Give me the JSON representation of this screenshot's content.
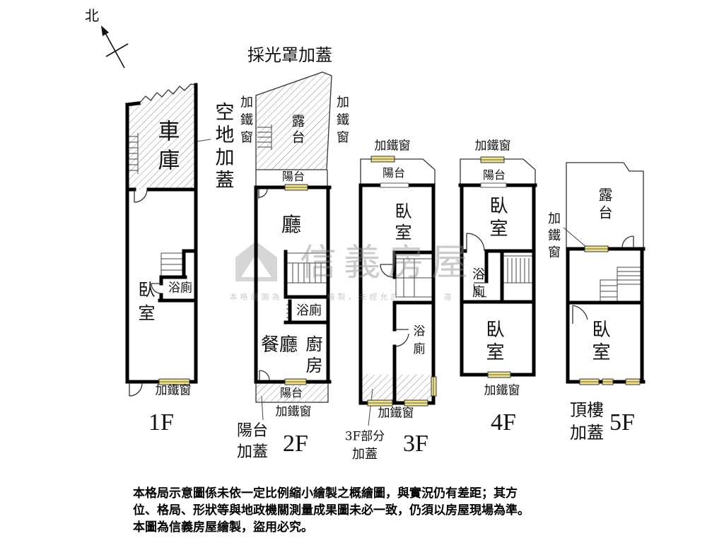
{
  "compass": {
    "north_label": "北"
  },
  "overlays": {
    "skylight_addition": "採光罩加蓋",
    "iron_window_left": "加鐵窗",
    "iron_window_right": "加鐵窗",
    "yard_addition": "空地加蓋"
  },
  "floors": {
    "f1": {
      "label": "1F",
      "garage": "車庫",
      "bedroom": "臥室",
      "bathroom": "浴廁",
      "window": "加鐵窗"
    },
    "f2": {
      "label": "2F",
      "terrace": "露台",
      "balcony_top": "陽台",
      "living": "廳",
      "bathroom": "浴廁",
      "dining": "餐廳",
      "kitchen": "廚房",
      "balcony_bottom": "陽台",
      "window": "加鐵窗",
      "balcony_addition": [
        "陽台",
        "加蓋"
      ]
    },
    "f3": {
      "label": "3F",
      "window_top": "加鐵窗",
      "balcony": "陽台",
      "bedroom": "臥室",
      "bathroom": "浴廁",
      "window_bottom": "加鐵窗",
      "partial_addition": [
        "3F部分",
        "加蓋"
      ]
    },
    "f4": {
      "label": "4F",
      "window_top": "加鐵窗",
      "balcony": "陽台",
      "bedroom_front": "臥室",
      "bathroom": "浴廁",
      "bedroom_rear": "臥室",
      "window_bottom": "加鐵窗"
    },
    "f5": {
      "label": "5F",
      "terrace": "露台",
      "iron_window": "加鐵窗",
      "bedroom": "臥室",
      "rooftop_addition": [
        "頂樓",
        "加蓋"
      ]
    }
  },
  "watermark": {
    "brand": "信義房屋",
    "fragments": [
      "本格局圖為",
      "繪製，未經允許",
      "違"
    ]
  },
  "disclaimer": [
    "本格局示意圖係未依一定比例縮小繪製之概繪圖，與實況仍有差距；其方",
    "位、格局、形狀等與地政機關測量成果圖未必一致，仍須以房屋現場為準。",
    "本圖為信義房屋繪製，盜用必究。"
  ],
  "colors": {
    "wall": "#000000",
    "window_fill": "#f2e38b",
    "hatch": "#8a8a8a",
    "watermark": "rgba(140,140,140,0.45)"
  }
}
